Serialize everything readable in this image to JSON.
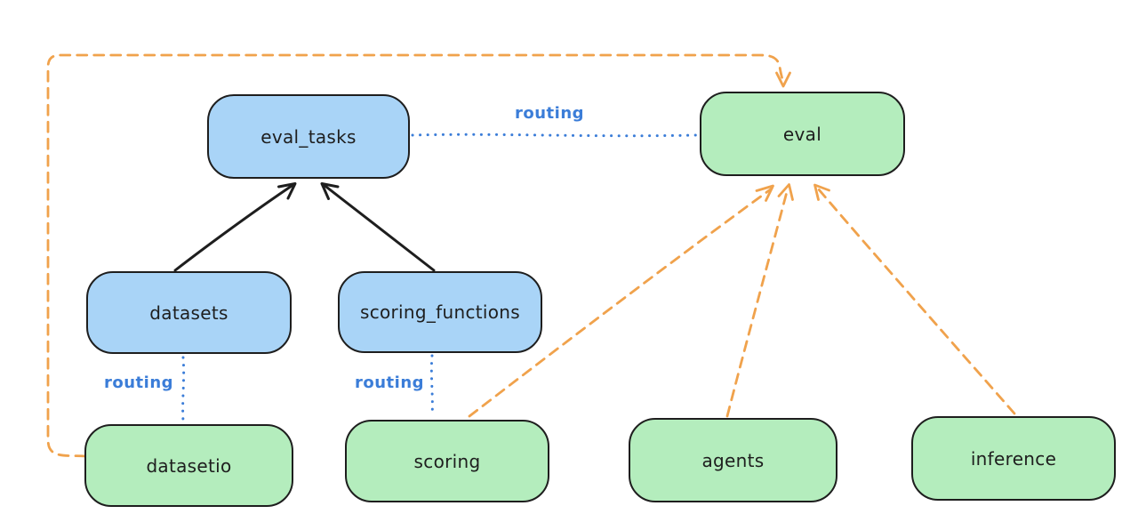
{
  "diagram": {
    "background_color": "#ffffff",
    "colors": {
      "background": "#ffffff",
      "blue_node_fill": "#a9d4f7",
      "green_node_fill": "#b4edbd",
      "node_stroke": "#1e1e1e",
      "routing_blue": "#3b7dd8",
      "orange_dashed": "#f0a24c"
    },
    "nodes": [
      {
        "id": "eval_tasks",
        "label": "eval_tasks",
        "color": "blue"
      },
      {
        "id": "eval",
        "label": "eval",
        "color": "green"
      },
      {
        "id": "datasets",
        "label": "datasets",
        "color": "blue"
      },
      {
        "id": "scoring_functions",
        "label": "scoring_functions",
        "color": "blue"
      },
      {
        "id": "datasetio",
        "label": "datasetio",
        "color": "green"
      },
      {
        "id": "scoring",
        "label": "scoring",
        "color": "green"
      },
      {
        "id": "agents",
        "label": "agents",
        "color": "green"
      },
      {
        "id": "inference",
        "label": "inference",
        "color": "green"
      }
    ],
    "edge_labels": [
      {
        "id": "routing_eval_tasks_to_eval",
        "text": "routing"
      },
      {
        "id": "routing_datasets_to_datasetio",
        "text": "routing"
      },
      {
        "id": "routing_scoring_functions_to_scoring",
        "text": "routing"
      }
    ],
    "edges": [
      {
        "from": "datasets",
        "to": "eval_tasks",
        "style": "solid-black-arrow"
      },
      {
        "from": "scoring_functions",
        "to": "eval_tasks",
        "style": "solid-black-arrow"
      },
      {
        "from": "eval_tasks",
        "to": "eval",
        "style": "dotted-blue",
        "label": "routing"
      },
      {
        "from": "datasets",
        "to": "datasetio",
        "style": "dotted-blue",
        "label": "routing"
      },
      {
        "from": "scoring_functions",
        "to": "scoring",
        "style": "dotted-blue",
        "label": "routing"
      },
      {
        "from": "datasetio",
        "to": "eval",
        "style": "dashed-orange-arrow"
      },
      {
        "from": "scoring",
        "to": "eval",
        "style": "dashed-orange-arrow"
      },
      {
        "from": "agents",
        "to": "eval",
        "style": "dashed-orange-arrow"
      },
      {
        "from": "inference",
        "to": "eval",
        "style": "dashed-orange-arrow"
      }
    ]
  }
}
